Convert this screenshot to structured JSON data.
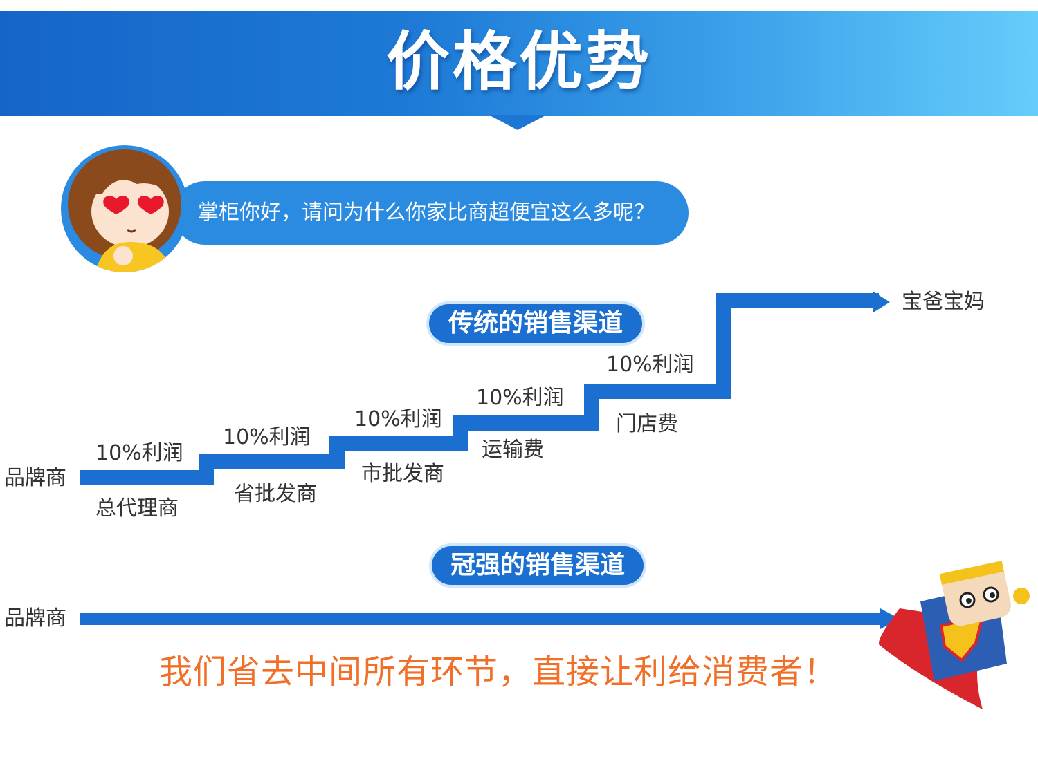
{
  "header": {
    "title": "价格优势"
  },
  "question": {
    "text": "掌柜你好，请问为什么你家比商超便宜这么多呢？"
  },
  "traditional": {
    "title": "传统的销售渠道",
    "start": "品牌商",
    "end": "宝爸宝妈",
    "profit": "10%利润",
    "stages": [
      "总代理商",
      "省批发商",
      "市批发商",
      "运输费",
      "门店费"
    ]
  },
  "direct": {
    "title": "冠强的销售渠道",
    "start": "品牌商"
  },
  "slogan": "我们省去中间所有环节，直接让利给消费者！",
  "colors": {
    "banner_dark": "#1565c8",
    "banner_light": "#66ccfb",
    "line_blue": "#1a6fd0",
    "slogan_orange": "#f0702a"
  },
  "icons": [
    "girl-avatar-icon",
    "superhero-mascot-icon"
  ]
}
